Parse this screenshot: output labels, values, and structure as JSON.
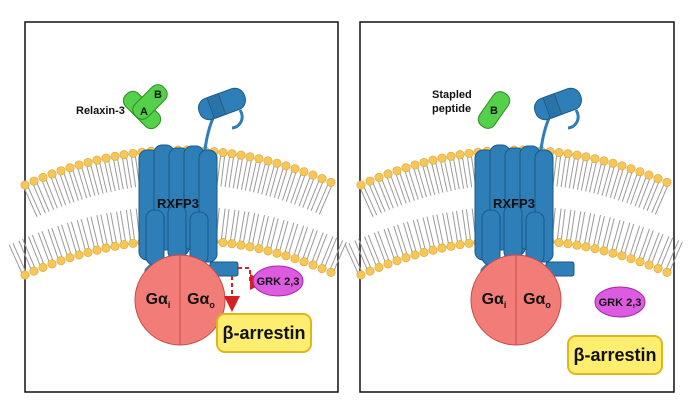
{
  "panels": [
    {
      "ligand_label": "Relaxin-3",
      "ligand_chain_a": "A",
      "ligand_chain_b": "B",
      "receptor_label": "RXFP3",
      "g_protein_i": "Gα",
      "g_protein_i_sub": "i",
      "g_protein_o": "Gα",
      "g_protein_o_sub": "o",
      "grk_label": "GRK 2,3",
      "arrestin_label": "β-arrestin"
    },
    {
      "ligand_label_line1": "Stapled",
      "ligand_label_line2": "peptide",
      "ligand_chain_b": "B",
      "receptor_label": "RXFP3",
      "g_protein_i": "Gα",
      "g_protein_i_sub": "i",
      "g_protein_o": "Gα",
      "g_protein_o_sub": "o",
      "grk_label": "GRK 2,3",
      "arrestin_label": "β-arrestin"
    }
  ],
  "colors": {
    "receptor": "#2e7fb8",
    "receptor_edge": "#1a5a88",
    "ligand": "#55d04a",
    "ligand_edge": "#2b8d22",
    "g_protein": "#f27c78",
    "g_protein_edge": "#c94b48",
    "grk": "#dd5be0",
    "arrestin": "#fdee70",
    "arrestin_edge": "#e2b51c",
    "lipid_head": "#f7c65a",
    "signal_arrow": "#d61f1f"
  }
}
